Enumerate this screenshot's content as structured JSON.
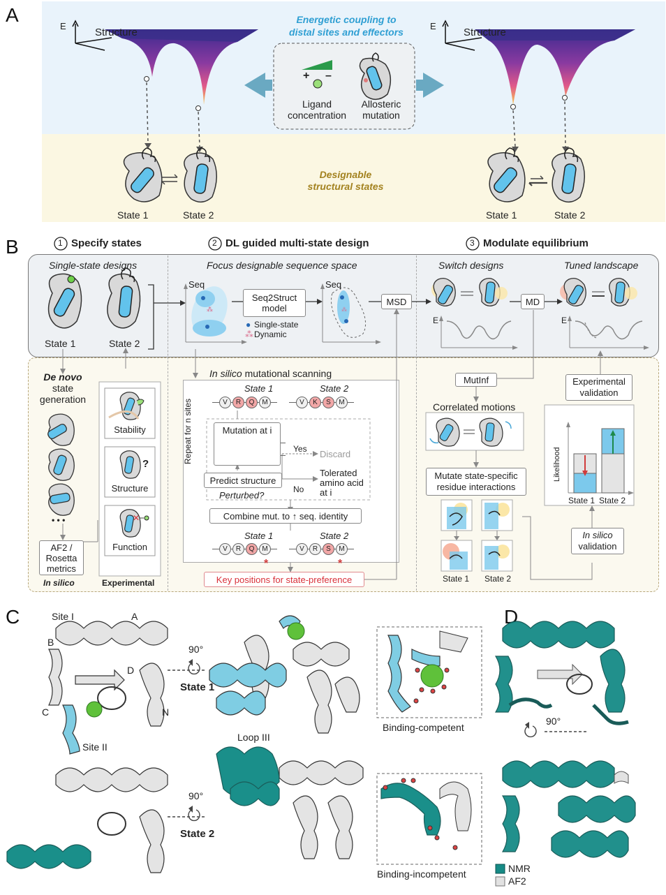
{
  "panels": {
    "a": "A",
    "b": "B",
    "c": "C",
    "d": "D"
  },
  "a": {
    "energy_axis": "E",
    "structure_axis": "Structure",
    "coupling_title_1": "Energetic coupling to",
    "coupling_title_2": "distal sites and effectors",
    "ligand_label_1": "Ligand",
    "ligand_label_2": "concentration",
    "mutation_label_1": "Allosteric",
    "mutation_label_2": "mutation",
    "plus": "+",
    "minus": "–",
    "designable_1": "Designable",
    "designable_2": "structural states",
    "state1": "State 1",
    "state2": "State 2",
    "colors": {
      "top_band": "#e9f3fb",
      "bottom_band": "#fbf7e2",
      "coupling_text": "#2f9fd3",
      "designable_text": "#a3821f",
      "arrow": "#6aa9c2"
    }
  },
  "b": {
    "step1": "Specify states",
    "step2": "DL guided multi-state design",
    "step3": "Modulate equilibrium",
    "n1": "1",
    "n2": "2",
    "n3": "3",
    "single_state": "Single-state designs",
    "focus": "Focus designable sequence space",
    "switch": "Switch designs",
    "tuned": "Tuned landscape",
    "seq": "Seq",
    "seq2struct_1": "Seq2Struct",
    "seq2struct_2": "model",
    "legend_single": "Single-state",
    "legend_dynamic": "Dynamic",
    "msd": "MSD",
    "md": "MD",
    "e": "E",
    "state1": "State 1",
    "state2": "State 2",
    "denovo_1": "De novo",
    "denovo_2": "state",
    "denovo_3": "generation",
    "ellipsis": "• • •",
    "af2_1": "AF2 /",
    "af2_2": "Rosetta",
    "af2_3": "metrics",
    "in_silico": "In silico",
    "experimental": "Experimental",
    "stability": "Stability",
    "structure": "Structure",
    "function": "Function",
    "qmark": "?",
    "scan_title_i": "In silico",
    "scan_title": " mutational scanning",
    "repeat": "Repeat for n sites",
    "mutation_at": "Mutation at i",
    "predict": "Predict structure",
    "perturbed": "Perturbed?",
    "yes": "Yes",
    "no": "No",
    "discard": "Discard",
    "tolerated_1": "Tolerated",
    "tolerated_2": "amino acid",
    "tolerated_3": "at i",
    "combine": "Combine mut. to ↑ seq. identity",
    "key_positions": "Key positions for state-preference",
    "mutinf": "MutInf",
    "correlated": "Correlated motions",
    "mutate_1": "Mutate state-specific",
    "mutate_2": "residue interactions",
    "exp_val_1": "Experimental",
    "exp_val_2": "validation",
    "likelihood": "Likelihood",
    "insilico_val_1": "In silico",
    "insilico_val_2": "validation",
    "seq_state1_top": [
      "V",
      "R",
      "Q",
      "M"
    ],
    "seq_state2_top": [
      "V",
      "K",
      "S",
      "M"
    ],
    "seq_mut_row1": [
      "V",
      "R",
      "Q",
      "M"
    ],
    "seq_mut_row2": [
      "V",
      "R",
      "S",
      "M"
    ],
    "seq_state1_bottom": [
      "V",
      "R",
      "Q",
      "M"
    ],
    "seq_state2_bottom": [
      "V",
      "R",
      "S",
      "M"
    ],
    "star": "*",
    "colors": {
      "red_res": "#f2a7a7",
      "red_text": "#d03b3b",
      "blue_fill": "#7cc9ec",
      "key_text": "#d9313a",
      "green_arrow": "#1e8a4b"
    }
  },
  "c": {
    "site1": "Site I",
    "site2": "Site II",
    "a": "A",
    "b": "B",
    "c": "C",
    "d": "D",
    "n": "N",
    "rot": "90°",
    "state1": "State 1",
    "state2": "State 2",
    "loop3": "Loop III",
    "competent": "Binding-competent",
    "incompetent": "Binding-incompetent",
    "colors": {
      "state1": "#7fcde3",
      "state2": "#1a8f8a",
      "gray": "#e4e4e4",
      "calcium": "#5fc13a"
    }
  },
  "d": {
    "rot": "90°",
    "nmr": "NMR",
    "af2": "AF2",
    "colors": {
      "nmr": "#168b86",
      "af2": "#e2e2e2"
    }
  }
}
